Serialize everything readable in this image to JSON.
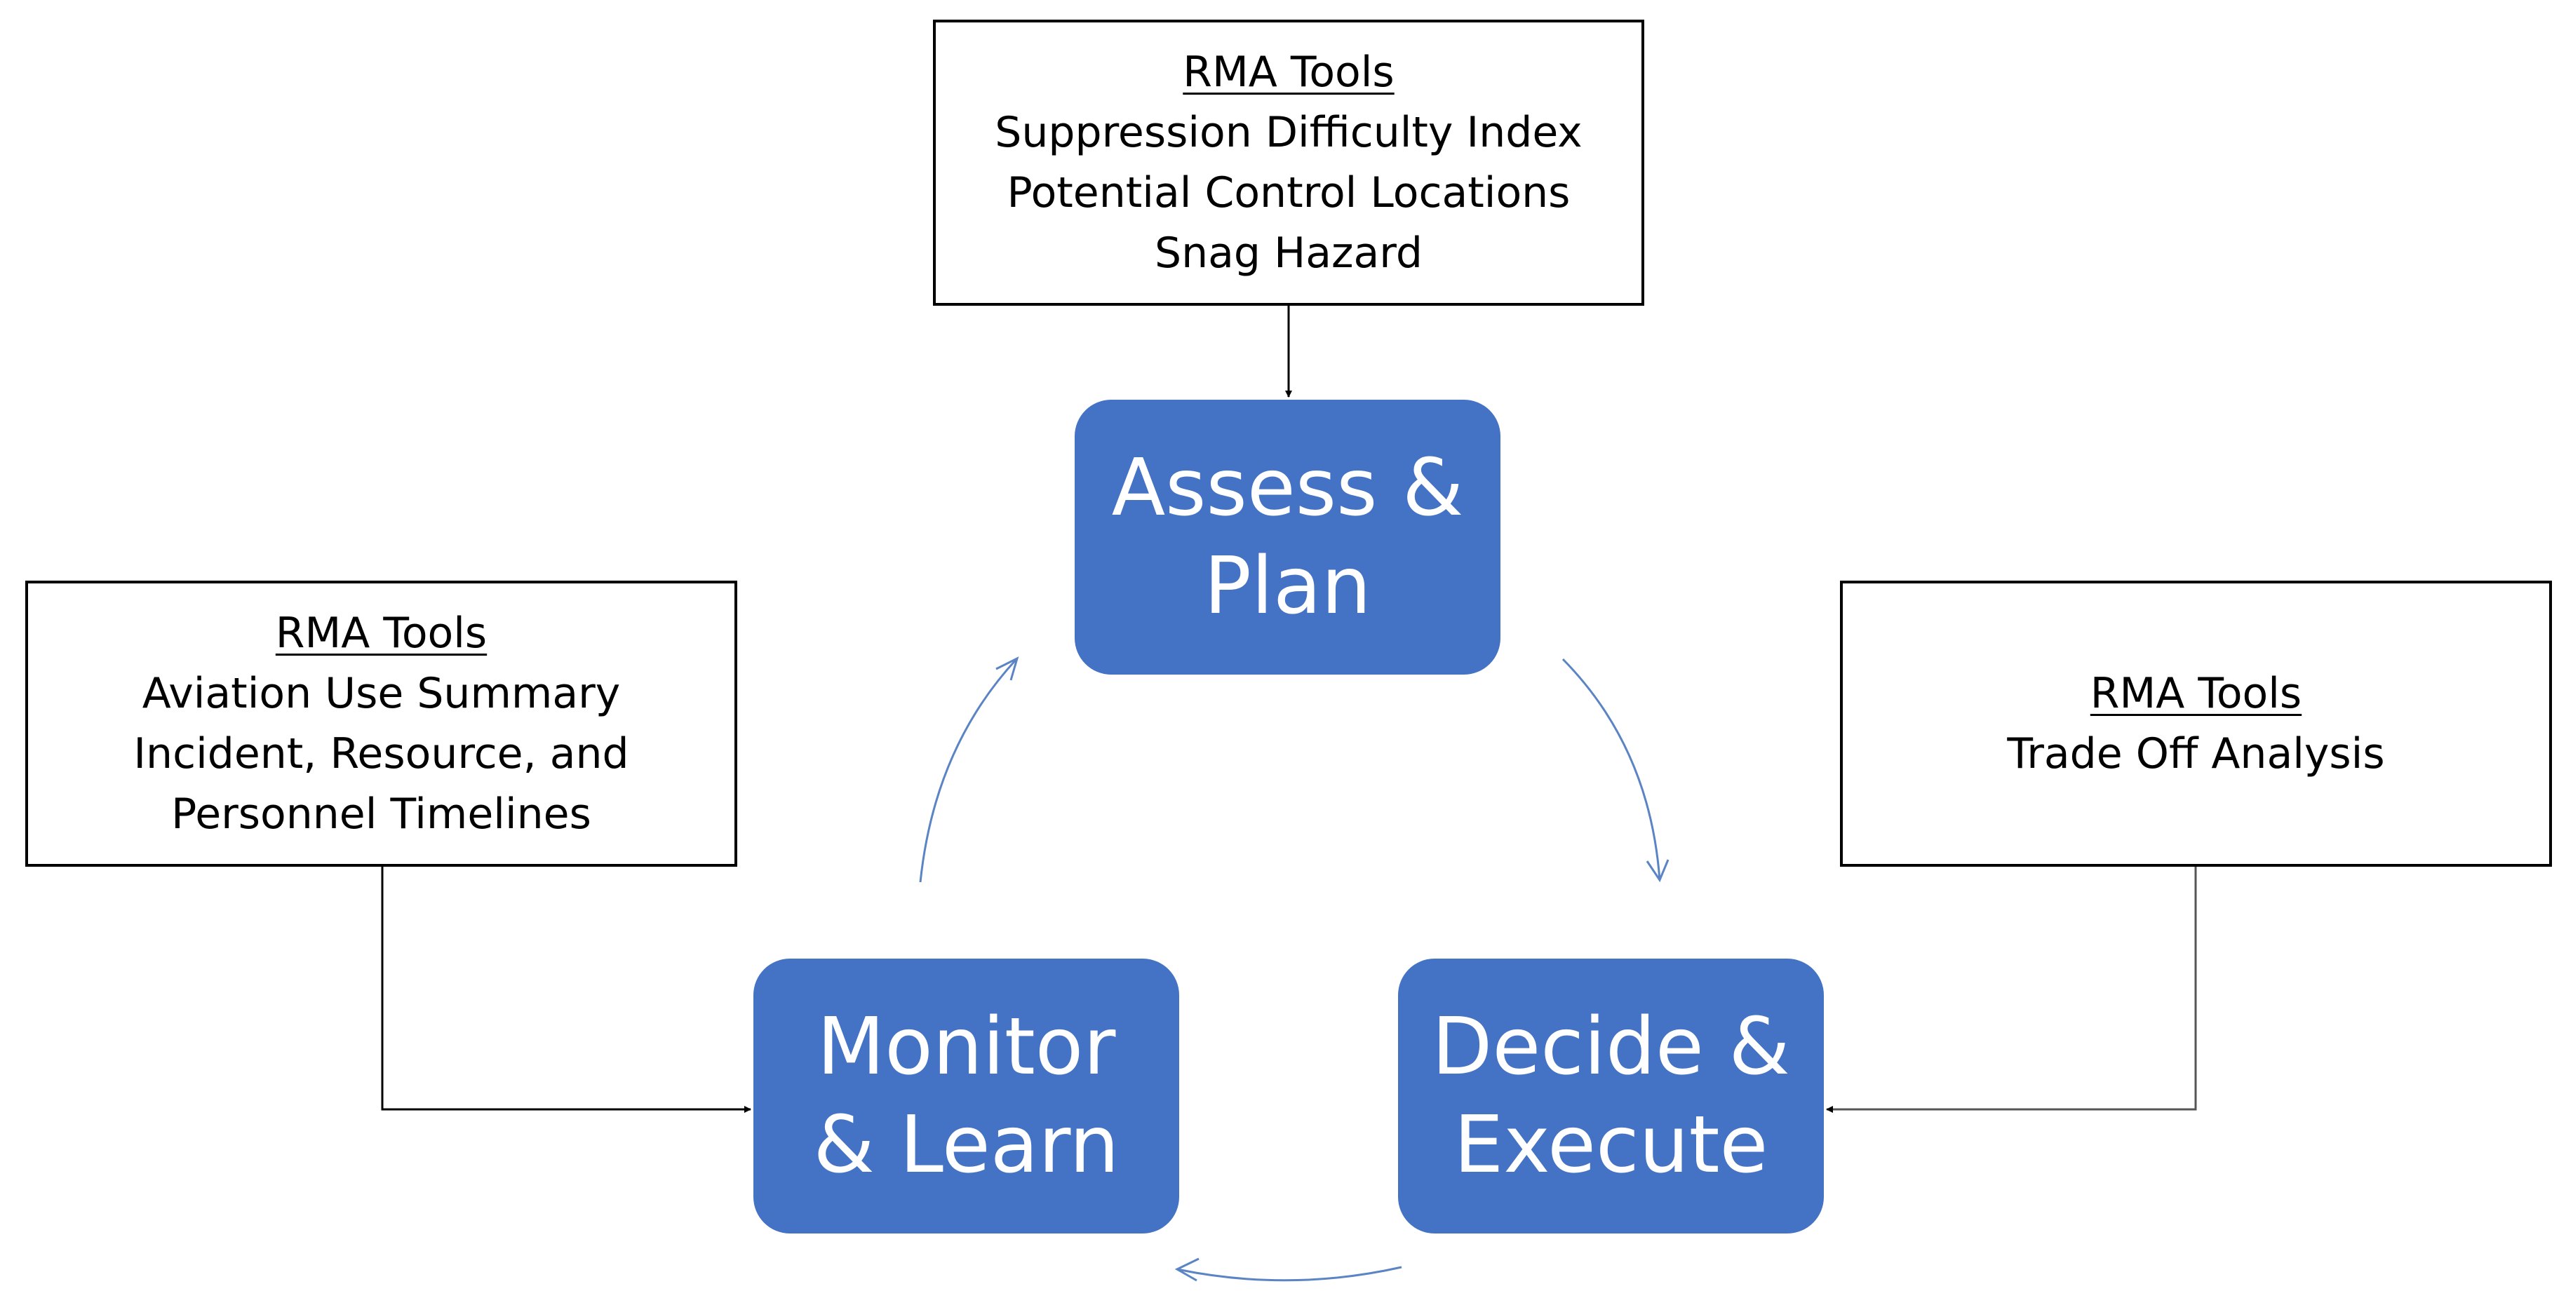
{
  "colors": {
    "phase_fill": "#4472C4",
    "phase_text": "#FFFFFF",
    "box_border": "#000000",
    "box_text": "#000000",
    "cycle_arrow": "#5B84C4",
    "connector": "#000000",
    "background": "#FFFFFF"
  },
  "tool_boxes": {
    "top": {
      "heading": "RMA Tools",
      "lines": [
        "Suppression Difficulty Index",
        "Potential Control Locations",
        "Snag Hazard"
      ]
    },
    "left": {
      "heading": "RMA Tools",
      "lines": [
        "Aviation Use Summary",
        "Incident, Resource, and",
        "Personnel Timelines"
      ]
    },
    "right": {
      "heading": "RMA Tools",
      "lines": [
        "Trade Off Analysis"
      ]
    }
  },
  "phases": {
    "assess": {
      "line1": "Assess &",
      "line2": "Plan"
    },
    "monitor": {
      "line1": "Monitor",
      "line2": "& Learn"
    },
    "decide": {
      "line1": "Decide &",
      "line2": "Execute"
    }
  }
}
